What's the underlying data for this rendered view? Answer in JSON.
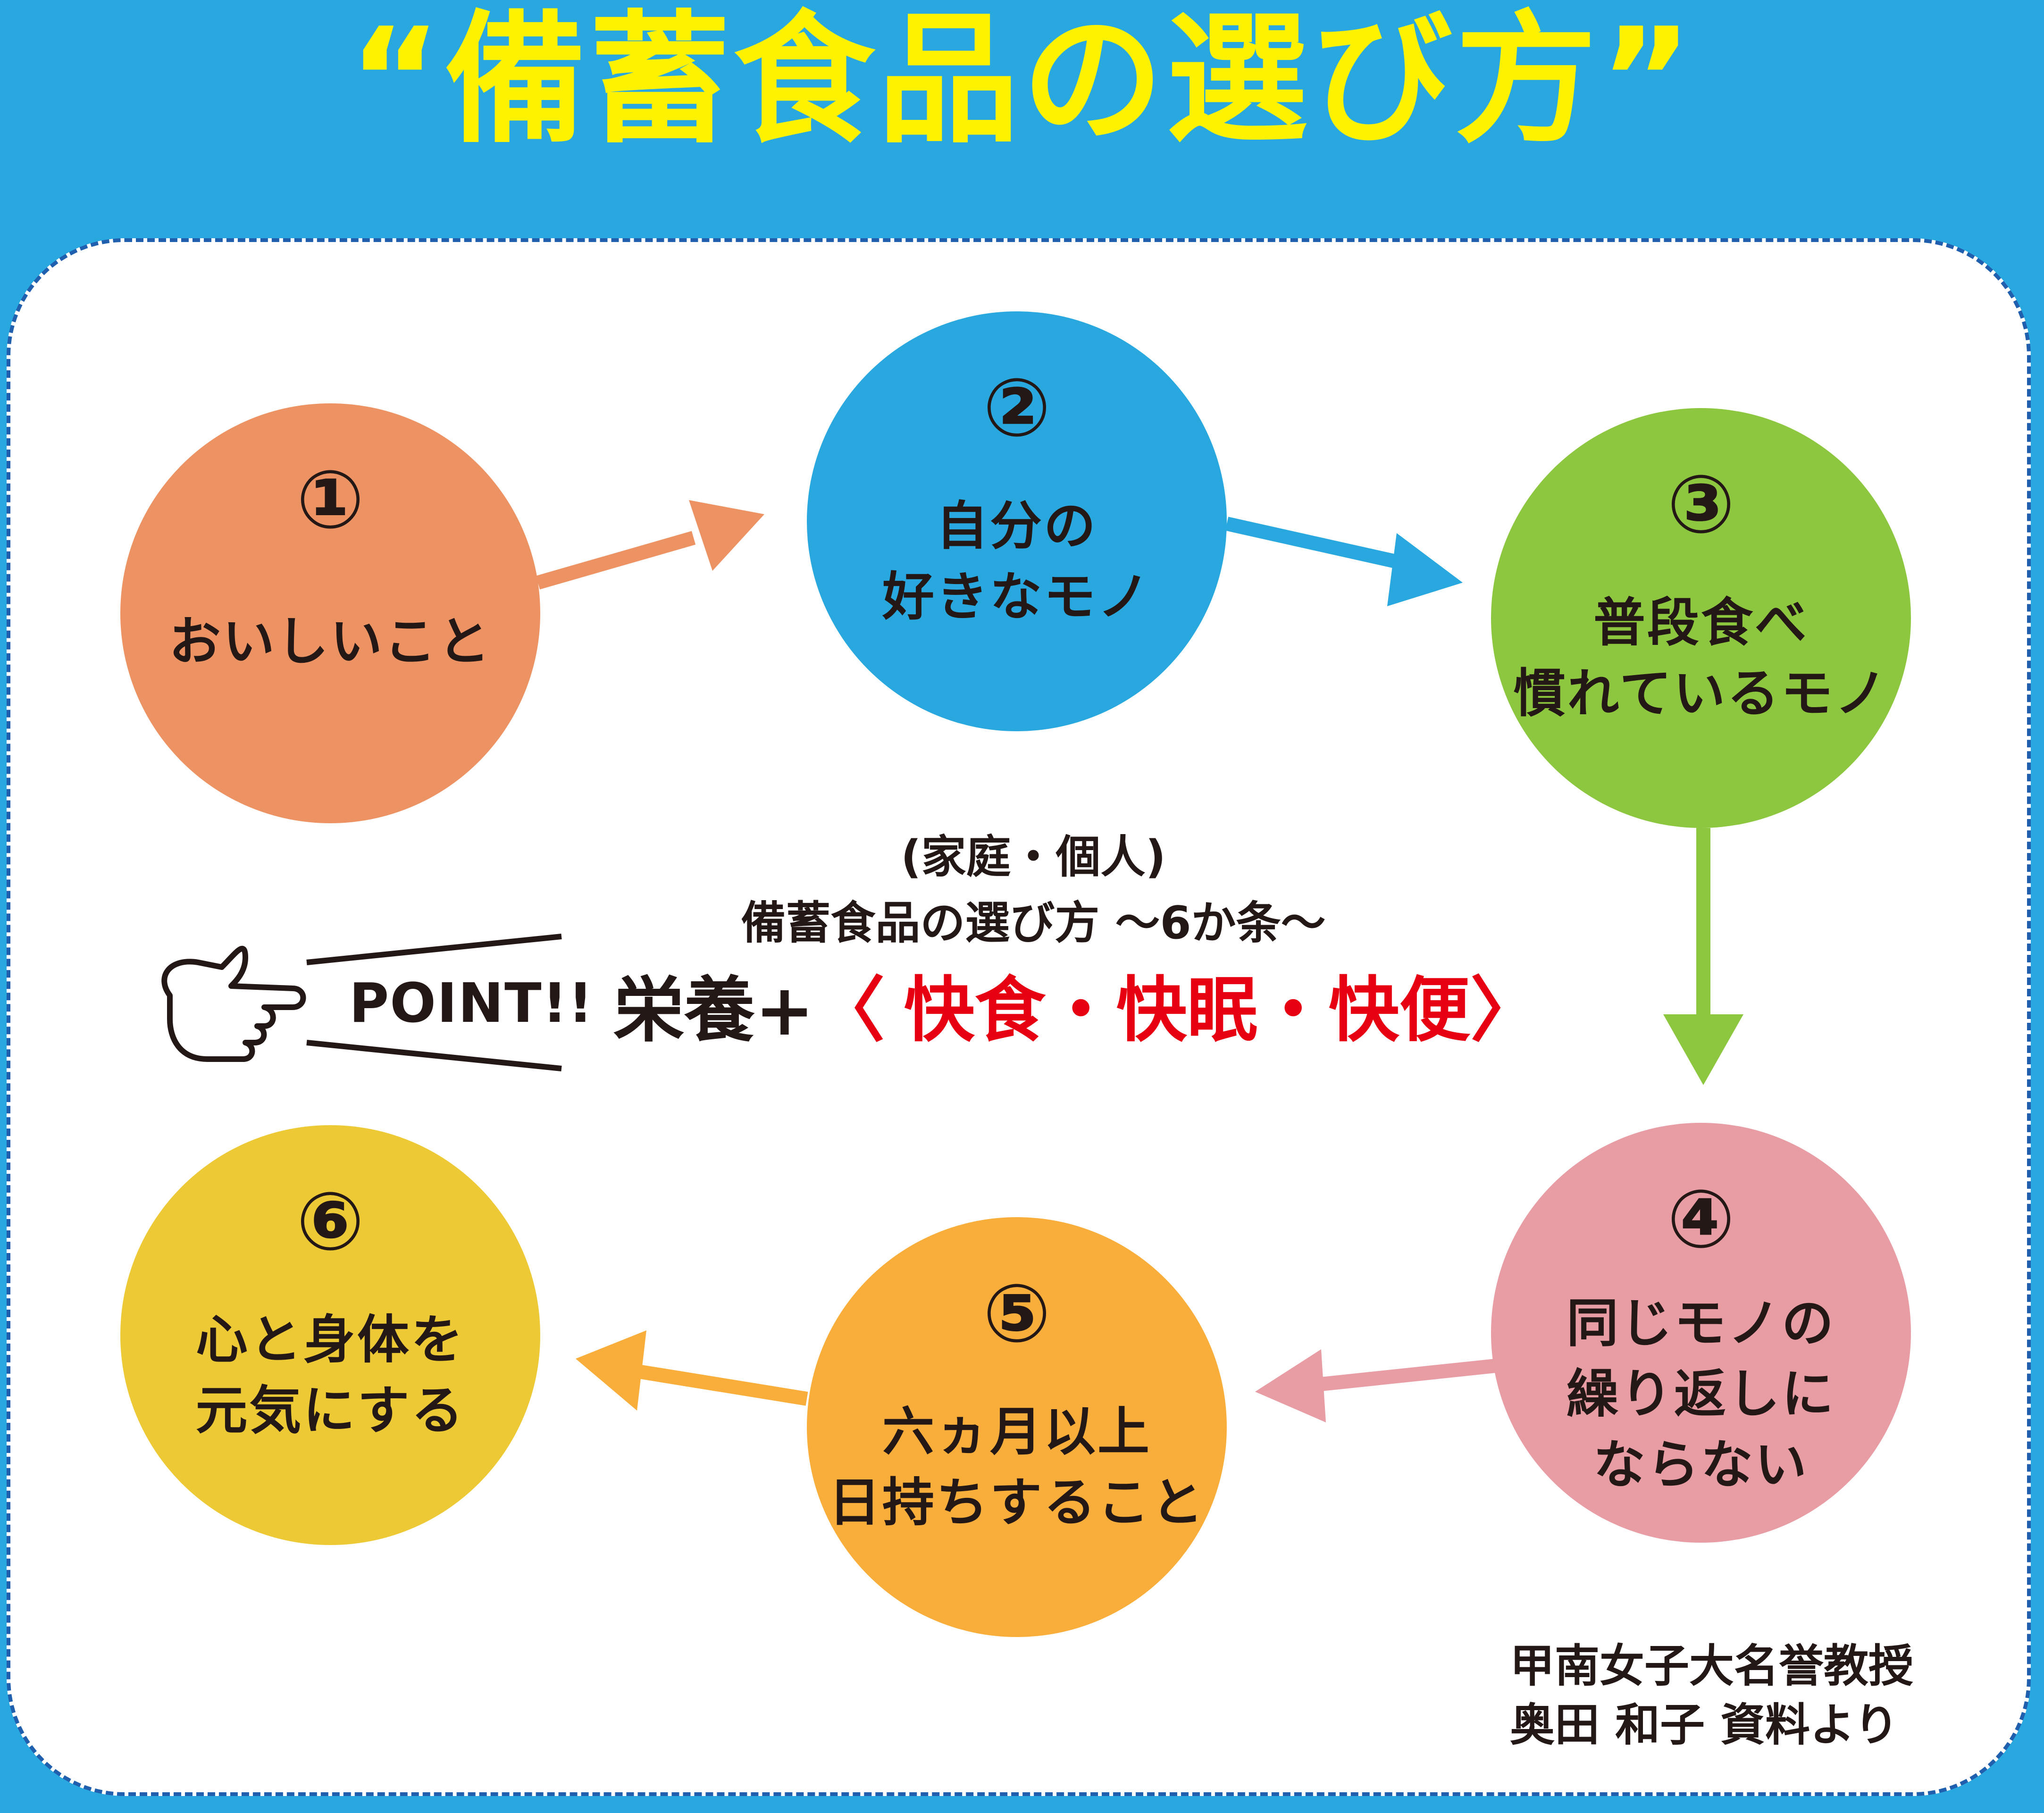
{
  "title": "“備蓄食品の選び方”",
  "steps": [
    {
      "num": "①",
      "label": "おいしいこと",
      "color": "#ed9262"
    },
    {
      "num": "②",
      "label": "自分の\n好きなモノ",
      "color": "#29a8e0"
    },
    {
      "num": "③",
      "label": "普段食べ\n慣れているモノ",
      "color": "#8dc63f"
    },
    {
      "num": "④",
      "label": "同じモノの\n繰り返しに\nならない",
      "color": "#e89ca4"
    },
    {
      "num": "⑤",
      "label": "六ヵ月以上\n日持ちすること",
      "color": "#f9ae3b"
    },
    {
      "num": "⑥",
      "label": "心と身体を\n元気にする",
      "color": "#ecc935"
    }
  ],
  "center": {
    "subtitle1": "(家庭・個人)",
    "subtitle2": "備蓄食品の選び方 〜6か条〜",
    "point": "POINT!!",
    "nutrition_prefix": "栄養+",
    "nutrition_open": "〈",
    "nutrition_items": "快食・快眠・快便",
    "nutrition_close": "〉"
  },
  "credit": {
    "line1": "甲南女子大名誉教授",
    "line2": "奥田 和子 資料より"
  },
  "colors": {
    "background": "#29a8e0",
    "title": "#fff200",
    "panel_border": "#1f5fae",
    "accent_red": "#e60012",
    "text": "#231815"
  },
  "icons": [
    "pointing-hand-icon"
  ]
}
